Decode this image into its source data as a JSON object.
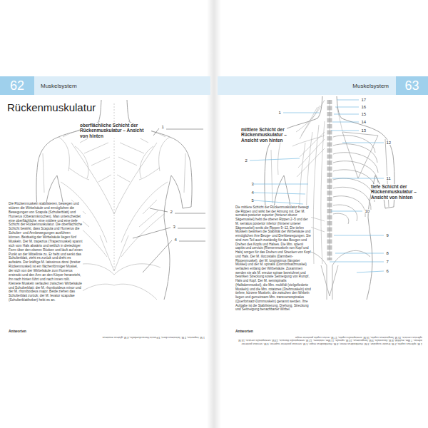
{
  "diagram": {
    "title": "Rückenmuskulatur",
    "nodes": [
      {
        "text": [
          "62"
        ]
      },
      {
        "text": [
          "Muskelsystem"
        ]
      },
      {
        "text": [
          "Muskelsystem"
        ]
      },
      {
        "text": [
          "63"
        ]
      }
    ],
    "labels": [
      "oberflächliche Schicht der Rückenmuskulatur – Ansicht von hinten",
      "1",
      "2",
      "3",
      "4",
      "Die Rückenmuskeln stabilisieren, bewegen und stützen die Wirbelsäule und ermöglichen die Bewegungen von Scapula (Schulterblatt) und Humerus (Oberarmknochen). Man unterscheidet eine oberflächliche, eine mittlere und eine tiefe Schicht der Rückenmuskulatur. Die oberflächliche Schicht bewirkt, dass Scapula und Humerus die Schulter- und Armbewegungen ausführen können. Beidseitig der Wirbelsäule liegen fünf Muskeln. Der M. trapezius (Trapezmuskel) spannt sich vom Hals abwärts und seitlich in dreieckiger Form über den oberen Rücken und läuft auf einen Punkt an der Mittellinie zu. Er hebt und senkt das Schulterblatt, zieht es zurück und dreht es aufwärts. Der kräftige M. latissimus dorsi (breiter Rückenmuskel) ist ein flächenförmiger Muskel, der sich von der Wirbelsäule zum Humerus erstreckt und den Arm an den Körper heranzieht, ihn nach hinten führt und nach innen rollt. Kleinere Muskeln verlaufen zwischen Wirbelsäule und Schulterblatt: der M. rhomboideus minor und der M. rhomboideus major. Beide ziehen das Schulterblatt zurück; der M. levator scapulae (Schulterblattheber) hebt es an.",
      "Antworten",
      "1 M. trapezius; 2 M. latissimus dorsi; 3 Fascia thoracolumbalis; 4 M. gluteus maximus",
      "mittlere Schicht der Rückenmuskulatur – Ansicht von hinten",
      "tiefe Schicht der Rückenmuskulatur – Ansicht von hinten",
      "1",
      "2",
      "3",
      "4",
      "5",
      "6",
      "7",
      "8",
      "9",
      "10",
      "11",
      "12",
      "13",
      "14",
      "15",
      "16",
      "17",
      "Die mittlere Schicht der Rückenmuskulatur bewegt die Rippen und wirkt bei der Atmung mit. Der M. serratus posterior superior (hinterer oberer Sägemuskel) hebt die oberen Rippen 2–5 und der M. serratus posterior inferior (hinterer unterer Sägemuskel) senkt die Rippen 9–12. Die tiefen Muskeln bewirken die Stabilität der Wirbelsäule und ermöglichen ihre Beuge- und Drehbewegungen. Sie sind zum Teil auch zuständig für das Beugen und Drehen des Kopfs und Halses. Die Mm. splenii capitis und cervicis (Riemenmuskeln von Kopf und Hals) sorgen für das Drehen und Strecken von Kopf und Hals. Der M. iliocostalis (Darmbein-Rippenmuskel), der M. longissimus (längster Muskel) und der M. spinalis (Dornfortsatzmuskel) verlaufen entlang der Wirbelsäule. Zusammen werden sie als M. erector spinae bezeichnet und bewirken Streckung sowie Seitneigung von Rumpf, Hals und Kopf. Der M. semispinalis (Halbdornmuskel), die Mm. multifidi (vielgefiederte Muskeln) und die Mm. rotatores (Drehmuskeln) sind tiefere, kürzere Muskeln, die zwischen den Wirbeln liegen und gemeinsam Mm. transversospinales (Querfortsatz-Dornmuskeln) genannt werden. Ihre Aufgabe ist die Stabilisierung, Drehung, Streckung und Seitneigung benachbarter Wirbel.",
      "Antworten",
      "1 M. splenius capitis; 2 M. levator scapulae; 3 M. rhomboideus minor; 4 M. rhomboideus major; 5 M. serratus posterior superior; 6 M. serratus posterior inferior; 7 Mm. multifidi; 8 M. iliocostalis; 9 M. longissimus; 10 M. spinalis; 11 Mm. rotatores; 12 M. semispinalis thoracis; 13 M. semispinalis cervicis; 14 M. splenius cervicis; 15 M. longissimus capitis; 16 M. semispinalis capitis; 17 M. rectus capitis posterior major"
    ]
  }
}
